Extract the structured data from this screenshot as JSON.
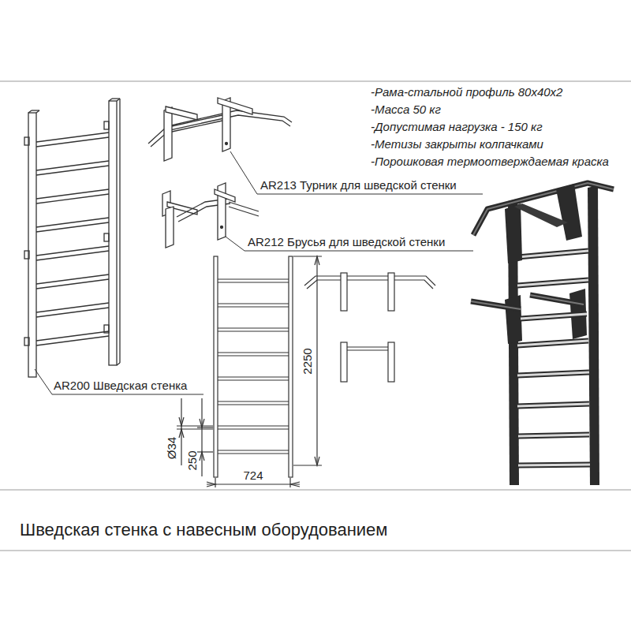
{
  "diagram": {
    "caption": "Шведская стенка с навесным оборудованием",
    "labels": [
      "-Рама-стальной профиль 80х40х2",
      "-Масса 50 кг",
      "-Допустимая нагрузка - 150 кг",
      "-Метизы закрыты колпачками",
      "-Порошковая термоотверждаемая краска",
      "AR213 Турник для шведской стенки",
      "AR212 Брусья для шведской стенки",
      "AR200 Шведская стенка",
      "2250",
      "250",
      "724",
      "Ø34"
    ]
  }
}
